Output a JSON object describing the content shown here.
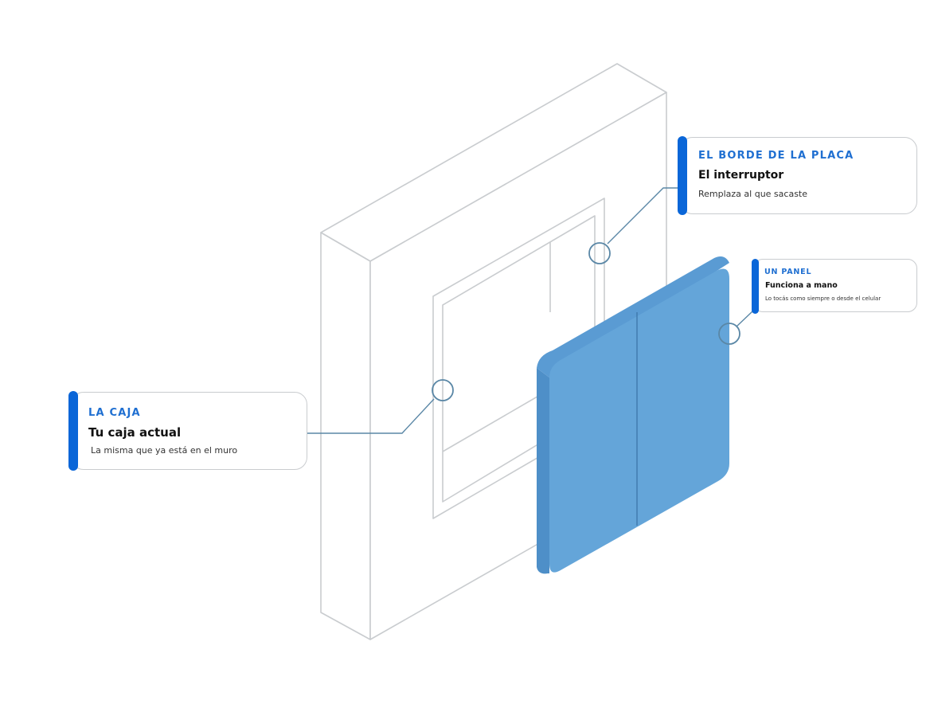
{
  "colors": {
    "accent": "#0a66d8",
    "kicker_text": "#1f6fd1",
    "panel_fill": "#64a5d9",
    "outline": "#c9cccf",
    "leader_line": "#5a87a6"
  },
  "callouts": {
    "caja": {
      "kicker": "LA CAJA",
      "title": "Tu caja actual",
      "description": "La misma que ya está en el muro"
    },
    "borde": {
      "kicker": "EL BORDE DE LA PLACA",
      "title": "El interruptor",
      "description": "Remplaza al que sacaste"
    },
    "panel": {
      "kicker": "UN PANEL",
      "title": "Funciona a mano",
      "description": "Lo tocás como siempre o desde el celular"
    }
  }
}
